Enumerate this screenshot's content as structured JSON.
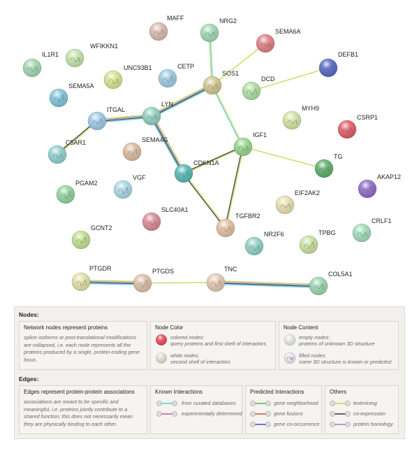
{
  "nodes": [
    {
      "id": "MAFF",
      "label": "MAFF",
      "color": "#d9b9ad"
    },
    {
      "id": "NRG2",
      "label": "NRG2",
      "color": "#9fd6b4"
    },
    {
      "id": "SEMA6A",
      "label": "SEMA6A",
      "color": "#e07d84"
    },
    {
      "id": "IL1R1",
      "label": "IL1R1",
      "color": "#a2d5b0"
    },
    {
      "id": "WFIKKN1",
      "label": "WFIKKN1",
      "color": "#c0e3a6"
    },
    {
      "id": "DEFB1",
      "label": "DEFB1",
      "color": "#5566c4"
    },
    {
      "id": "UNC93B1",
      "label": "UNC93B1",
      "color": "#d8e28a"
    },
    {
      "id": "CETP",
      "label": "CETP",
      "color": "#9ccbe3"
    },
    {
      "id": "SOS1",
      "label": "SOS1",
      "color": "#cfc68e"
    },
    {
      "id": "SEMA5A",
      "label": "SEMA5A",
      "color": "#7fc2da"
    },
    {
      "id": "DCD",
      "label": "DCD",
      "color": "#aedca2"
    },
    {
      "id": "ITGAL",
      "label": "ITGAL",
      "color": "#9cc8e6"
    },
    {
      "id": "LYN",
      "label": "LYN",
      "color": "#8fd0c0"
    },
    {
      "id": "MYH9",
      "label": "MYH9",
      "color": "#d4e2a2"
    },
    {
      "id": "CSRP1",
      "label": "CSRP1",
      "color": "#e05c66"
    },
    {
      "id": "C5AR1",
      "label": "C5AR1",
      "color": "#8ecfcf"
    },
    {
      "id": "SEMA4G",
      "label": "SEMA4G",
      "color": "#dcbaa0"
    },
    {
      "id": "IGF1",
      "label": "IGF1",
      "color": "#98d48c"
    },
    {
      "id": "CDKN1A",
      "label": "CDKN1A",
      "color": "#55b8b5"
    },
    {
      "id": "TG",
      "label": "TG",
      "color": "#5cae6a"
    },
    {
      "id": "PGAM2",
      "label": "PGAM2",
      "color": "#8fd49e"
    },
    {
      "id": "VGF",
      "label": "VGF",
      "color": "#a7d8e4"
    },
    {
      "id": "AKAP12",
      "label": "AKAP12",
      "color": "#8d6bc6"
    },
    {
      "id": "EIF2AK2",
      "label": "EIF2AK2",
      "color": "#e6dfb2"
    },
    {
      "id": "SLC40A1",
      "label": "SLC40A1",
      "color": "#d88a93"
    },
    {
      "id": "TGFBR2",
      "label": "TGFBR2",
      "color": "#e2c0a4"
    },
    {
      "id": "CRLF1",
      "label": "CRLF1",
      "color": "#9fdcb9"
    },
    {
      "id": "GCNT2",
      "label": "GCNT2",
      "color": "#c2dd8c"
    },
    {
      "id": "NR2F6",
      "label": "NR2F6",
      "color": "#8fd0c2"
    },
    {
      "id": "TPBG",
      "label": "TPBG",
      "color": "#c8e29e"
    },
    {
      "id": "PTGDR",
      "label": "PTGDR",
      "color": "#dfe0a6"
    },
    {
      "id": "PTGDS",
      "label": "PTGDS",
      "color": "#dcbfa6"
    },
    {
      "id": "TNC",
      "label": "TNC",
      "color": "#e2c8b0"
    },
    {
      "id": "COL5A1",
      "label": "COL5A1",
      "color": "#98d4b0"
    }
  ],
  "edges": [
    {
      "a": "ITGAL",
      "b": "LYN",
      "types": [
        "textmining",
        "homology",
        "coexpr",
        "curated"
      ]
    },
    {
      "a": "LYN",
      "b": "SOS1",
      "types": [
        "textmining",
        "homology",
        "coexpr",
        "curated"
      ]
    },
    {
      "a": "ITGAL",
      "b": "C5AR1",
      "types": [
        "textmining",
        "coexpr"
      ]
    },
    {
      "a": "LYN",
      "b": "CDKN1A",
      "types": [
        "textmining",
        "homology",
        "coexpr",
        "curated"
      ]
    },
    {
      "a": "SOS1",
      "b": "NRG2",
      "types": [
        "textmining",
        "curated"
      ]
    },
    {
      "a": "SOS1",
      "b": "SEMA6A",
      "types": [
        "textmining"
      ]
    },
    {
      "a": "SOS1",
      "b": "IGF1",
      "types": [
        "textmining",
        "curated"
      ]
    },
    {
      "a": "DCD",
      "b": "DEFB1",
      "types": [
        "textmining"
      ]
    },
    {
      "a": "IGF1",
      "b": "CDKN1A",
      "types": [
        "textmining",
        "coexpr"
      ]
    },
    {
      "a": "IGF1",
      "b": "TG",
      "types": [
        "textmining"
      ]
    },
    {
      "a": "IGF1",
      "b": "TGFBR2",
      "types": [
        "textmining",
        "coexpr"
      ]
    },
    {
      "a": "CDKN1A",
      "b": "TGFBR2",
      "types": [
        "textmining",
        "coexpr"
      ]
    },
    {
      "a": "PTGDR",
      "b": "PTGDS",
      "types": [
        "textmining",
        "homology",
        "coexpr",
        "curated"
      ]
    },
    {
      "a": "PTGDS",
      "b": "TNC",
      "types": [
        "textmining"
      ]
    },
    {
      "a": "TNC",
      "b": "COL5A1",
      "types": [
        "textmining",
        "homology",
        "coexpr",
        "curated"
      ]
    }
  ],
  "edge_colors": {
    "textmining": "#c4d64a",
    "homology": "#9b7fc4",
    "coexpr": "#333333",
    "curated": "#4fd3e3",
    "experimental": "#d04fa0"
  },
  "legend": {
    "nodes_title": "Nodes:",
    "network_box_title": "Network nodes represent proteins",
    "network_box_desc": "splice isoforms or post-translational modifications are collapsed, i.e. each node represents all the proteins produced by a single, protein-coding gene locus.",
    "node_color_title": "Node Color",
    "colored_nodes": "colored nodes:",
    "colored_nodes_desc": "query proteins and first shell of interactors",
    "white_nodes": "white nodes:",
    "white_nodes_desc": "second shell of interactors",
    "node_content_title": "Node Content",
    "empty_nodes": "empty nodes:",
    "empty_nodes_desc": "proteins of unknown 3D structure",
    "filled_nodes": "filled nodes:",
    "filled_nodes_desc": "some 3D structure is known or predicted",
    "edges_title": "Edges:",
    "edges_box_title": "Edges represent protein-protein associations",
    "edges_box_desc": "associations are meant to be specific and meaningful, i.e. proteins jointly contribute to a shared function; this does not necessarily mean they are physically binding to each other.",
    "known_title": "Known Interactions",
    "known_items": [
      "from curated databases",
      "experimentally determined"
    ],
    "predicted_title": "Predicted Interactions",
    "predicted_items": [
      "gene neighborhood",
      "gene fusions",
      "gene co-occurrence"
    ],
    "others_title": "Others",
    "others_items": [
      "textmining",
      "co-expression",
      "protein homology"
    ]
  }
}
